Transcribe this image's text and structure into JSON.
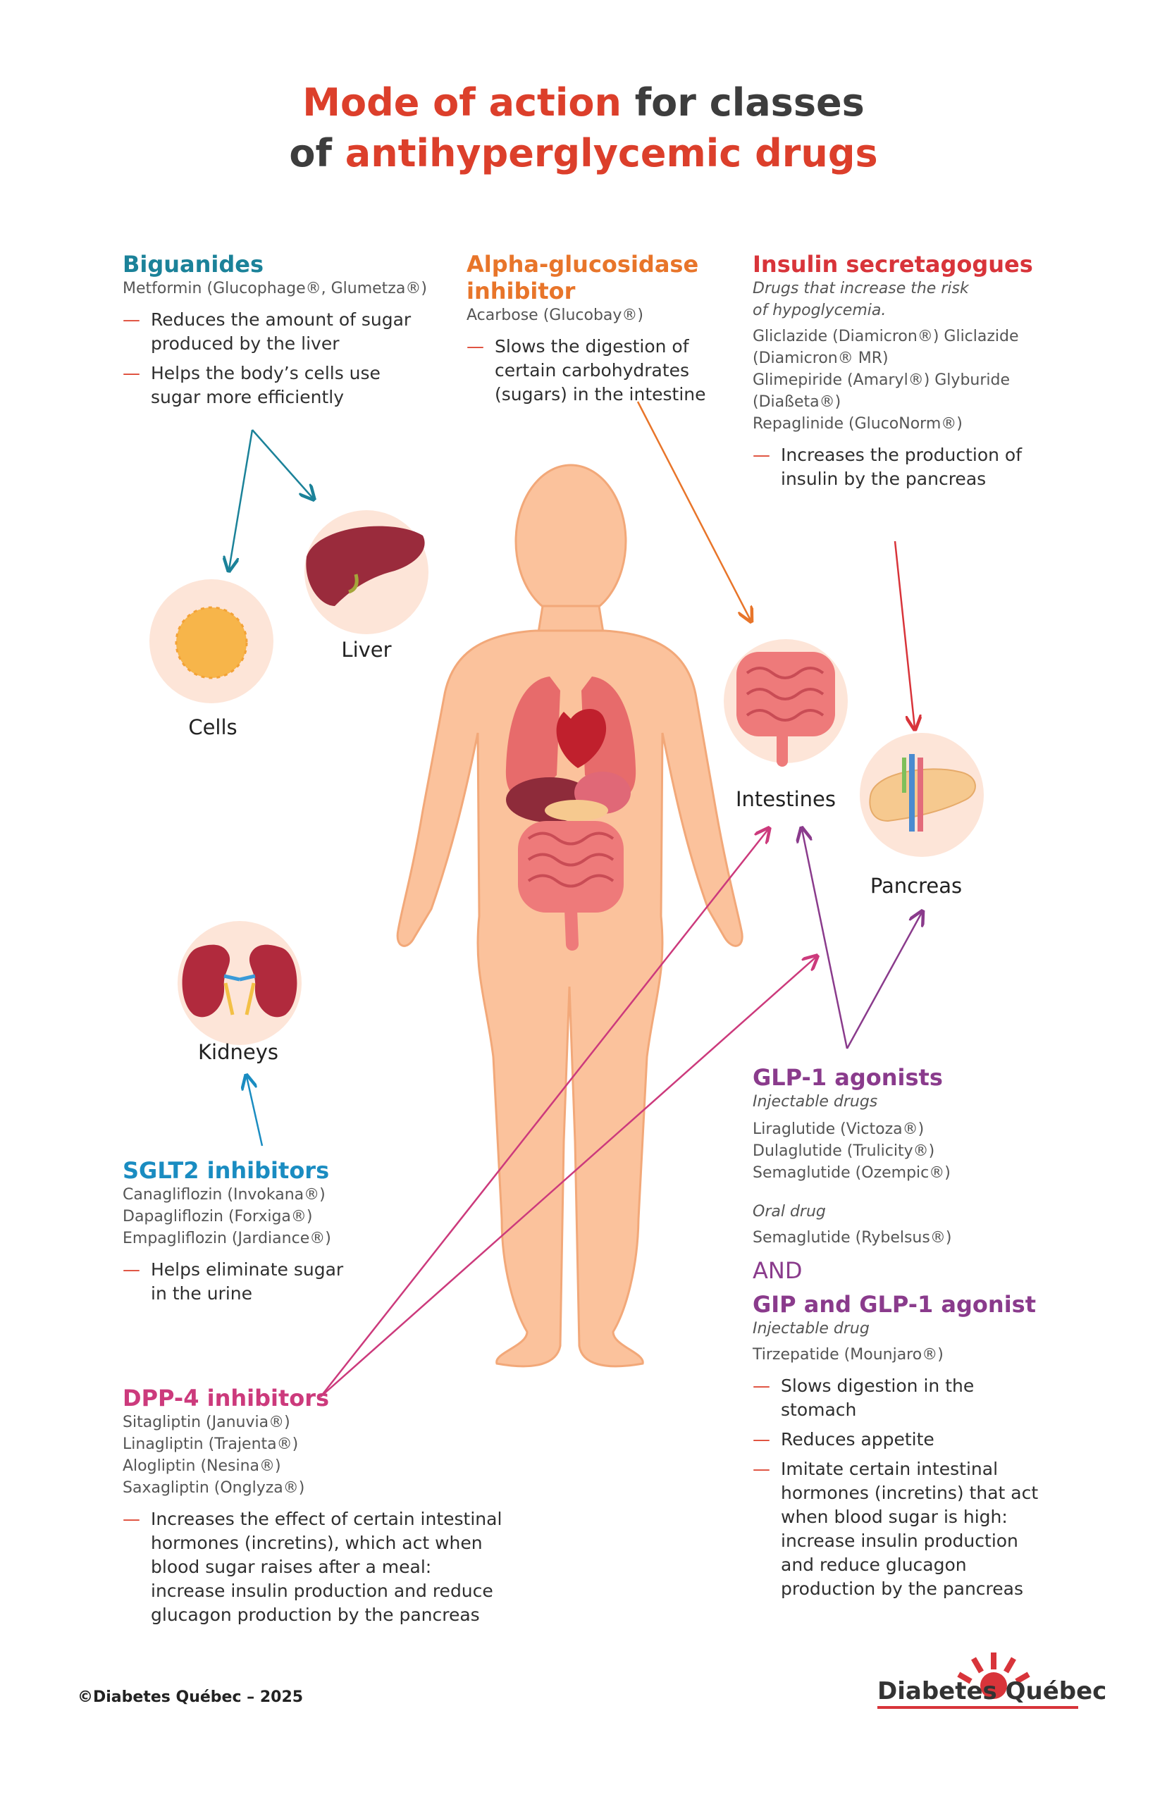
{
  "title": {
    "part1_highlight": "Mode of action",
    "part1_rest": " for classes",
    "part2_prefix": "of ",
    "part2_highlight": "antihyperglycemic drugs"
  },
  "colors": {
    "title_highlight": "#dc3f2b",
    "biguanides": "#1b8299",
    "alpha": "#e8752a",
    "secretagogues": "#d8343a",
    "sglt2": "#1a8cc1",
    "glp1": "#8a3b8c",
    "dpp4": "#cc3a7c",
    "skin": "#fbc29c"
  },
  "organs": {
    "cells": "Cells",
    "liver": "Liver",
    "intestines": "Intestines",
    "pancreas": "Pancreas",
    "kidneys": "Kidneys"
  },
  "sections": {
    "biguanides": {
      "title": "Biguanides",
      "drugs": [
        "Metformin (Glucophage®, Glumetza®)"
      ],
      "effects": [
        "Reduces the amount of sugar produced by the liver",
        "Helps the body’s cells use sugar more efficiently"
      ]
    },
    "alpha": {
      "title_line1": "Alpha-glucosidase",
      "title_line2": "inhibitor",
      "drugs": [
        "Acarbose (Glucobay®)"
      ],
      "effects": [
        "Slows the digestion of certain carbohydrates (sugars) in the intestine"
      ]
    },
    "secretagogues": {
      "title": "Insulin secretagogues",
      "note_line1": "Drugs that increase the risk",
      "note_line2": "of hypoglycemia.",
      "drugs": [
        "Gliclazide (Diamicron®) Gliclazide",
        "(Diamicron® MR)",
        "Glimepiride (Amaryl®) Glyburide",
        "(Diaßeta®)",
        "Repaglinide (GlucoNorm®)"
      ],
      "effects": [
        "Increases the production of insulin by the pancreas"
      ]
    },
    "sglt2": {
      "title": "SGLT2 inhibitors",
      "drugs": [
        "Canagliflozin (Invokana®)",
        "Dapagliflozin (Forxiga®)",
        "Empagliflozin (Jardiance®)"
      ],
      "effects": [
        "Helps eliminate sugar in the urine"
      ]
    },
    "dpp4": {
      "title": "DPP-4 inhibitors",
      "drugs": [
        "Sitagliptin (Januvia®)",
        "Linagliptin (Trajenta®)",
        "Alogliptin (Nesina®)",
        "Saxagliptin (Onglyza®)"
      ],
      "effects": [
        "Increases the effect of certain intestinal hormones (incretins), which act when blood sugar raises after a meal: increase insulin production and reduce glucagon production by the pancreas"
      ]
    },
    "glp1": {
      "title": "GLP-1 agonists",
      "note": "Injectable drugs",
      "drugs": [
        "Liraglutide (Victoza®)",
        "Dulaglutide (Trulicity®)",
        "Semaglutide (Ozempic®)"
      ],
      "oral_note": "Oral drug",
      "oral_drugs": [
        "Semaglutide (Rybelsus®)"
      ]
    },
    "and_label": "AND",
    "gip": {
      "title": "GIP and GLP-1 agonist",
      "note": "Injectable drug",
      "drugs": [
        "Tirzepatide (Mounjaro®)"
      ],
      "effects": [
        "Slows digestion in the stomach",
        "Reduces appetite",
        "Imitate certain intestinal hormones (incretins) that act when blood sugar is high: increase insulin production and reduce glucagon production by the pancreas"
      ]
    }
  },
  "dash": "—",
  "footer": "©Diabetes Québec – 2025",
  "logo": "Diabetes Québec"
}
